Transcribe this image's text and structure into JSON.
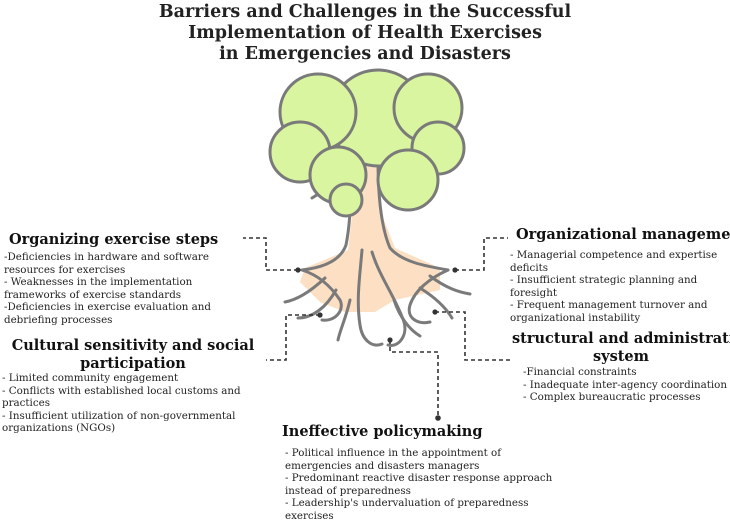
{
  "title": {
    "line1": "Barriers and Challenges in the Successful",
    "line2": "Implementation of Health Exercises",
    "line3": "in Emergencies and Disasters"
  },
  "sections": {
    "organizing": {
      "heading": "Organizing exercise steps",
      "items": [
        "-Deficiencies in hardware and software resources for exercises",
        "- Weaknesses in the implementation frameworks of exercise standards",
        "-Deficiencies in exercise evaluation and debriefing processes"
      ]
    },
    "cultural": {
      "heading_line1": "Cultural sensitivity and social",
      "heading_line2": "participation",
      "items": [
        "- Limited community engagement",
        "- Conflicts with established local customs and practices",
        "- Insufficient utilization of non-governmental organizations (NGOs)"
      ]
    },
    "organizational": {
      "heading": "Organizational management",
      "items": [
        "- Managerial competence and expertise deficits",
        "- Insufficient strategic planning and foresight",
        "- Frequent management turnover and organizational instability"
      ]
    },
    "structural": {
      "heading_line1": "structural and administrative",
      "heading_line2": "system",
      "items": [
        "-Financial constraints",
        "- Inadequate inter-agency coordination",
        "- Complex bureaucratic processes"
      ]
    },
    "policy": {
      "heading": "Ineffective policymaking",
      "items": [
        "- Political influence in the appointment of emergencies and disasters managers",
        "- Predominant reactive disaster response approach instead of preparedness",
        "- Leadership's undervaluation of preparedness exercises"
      ]
    }
  },
  "colors": {
    "foliage": "#d9f5a0",
    "outline": "#7a7a7a",
    "trunk": "#fde0c4",
    "connector": "#333333"
  }
}
